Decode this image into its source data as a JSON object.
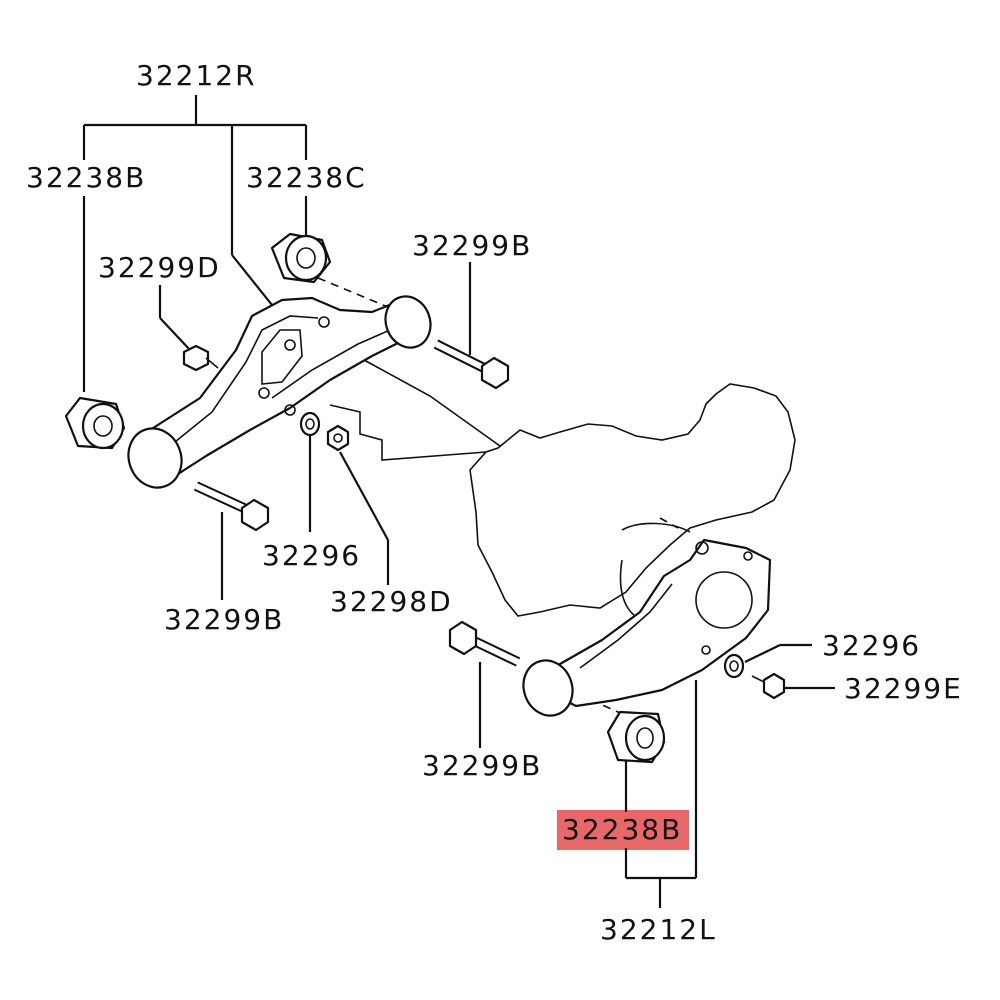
{
  "highlight_color": "#e8686a",
  "labels": {
    "arm_right": "32212R",
    "arm_left": "32212L",
    "bushing_b_left": "32238B",
    "bushing_c": "32238C",
    "bolt_d": "32299D",
    "bolt_b_top": "32299B",
    "bolt_b_left": "32299B",
    "bolt_b_bottom": "32299B",
    "washer_left": "32296",
    "nut_d": "32298D",
    "washer_right": "32296",
    "bolt_e": "32299E",
    "bushing_b_highlighted": "32238B"
  }
}
